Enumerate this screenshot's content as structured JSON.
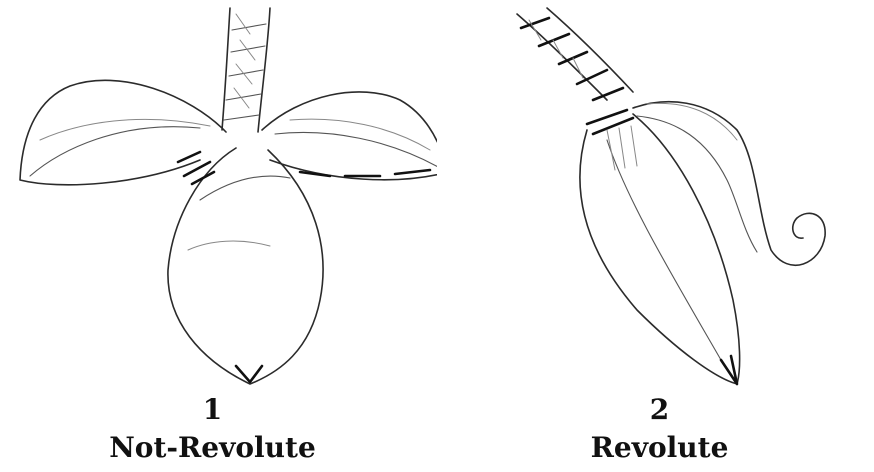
{
  "panels": [
    {
      "number": "1",
      "label": "Not-Revolute"
    },
    {
      "number": "2",
      "label": "Revolute"
    }
  ]
}
